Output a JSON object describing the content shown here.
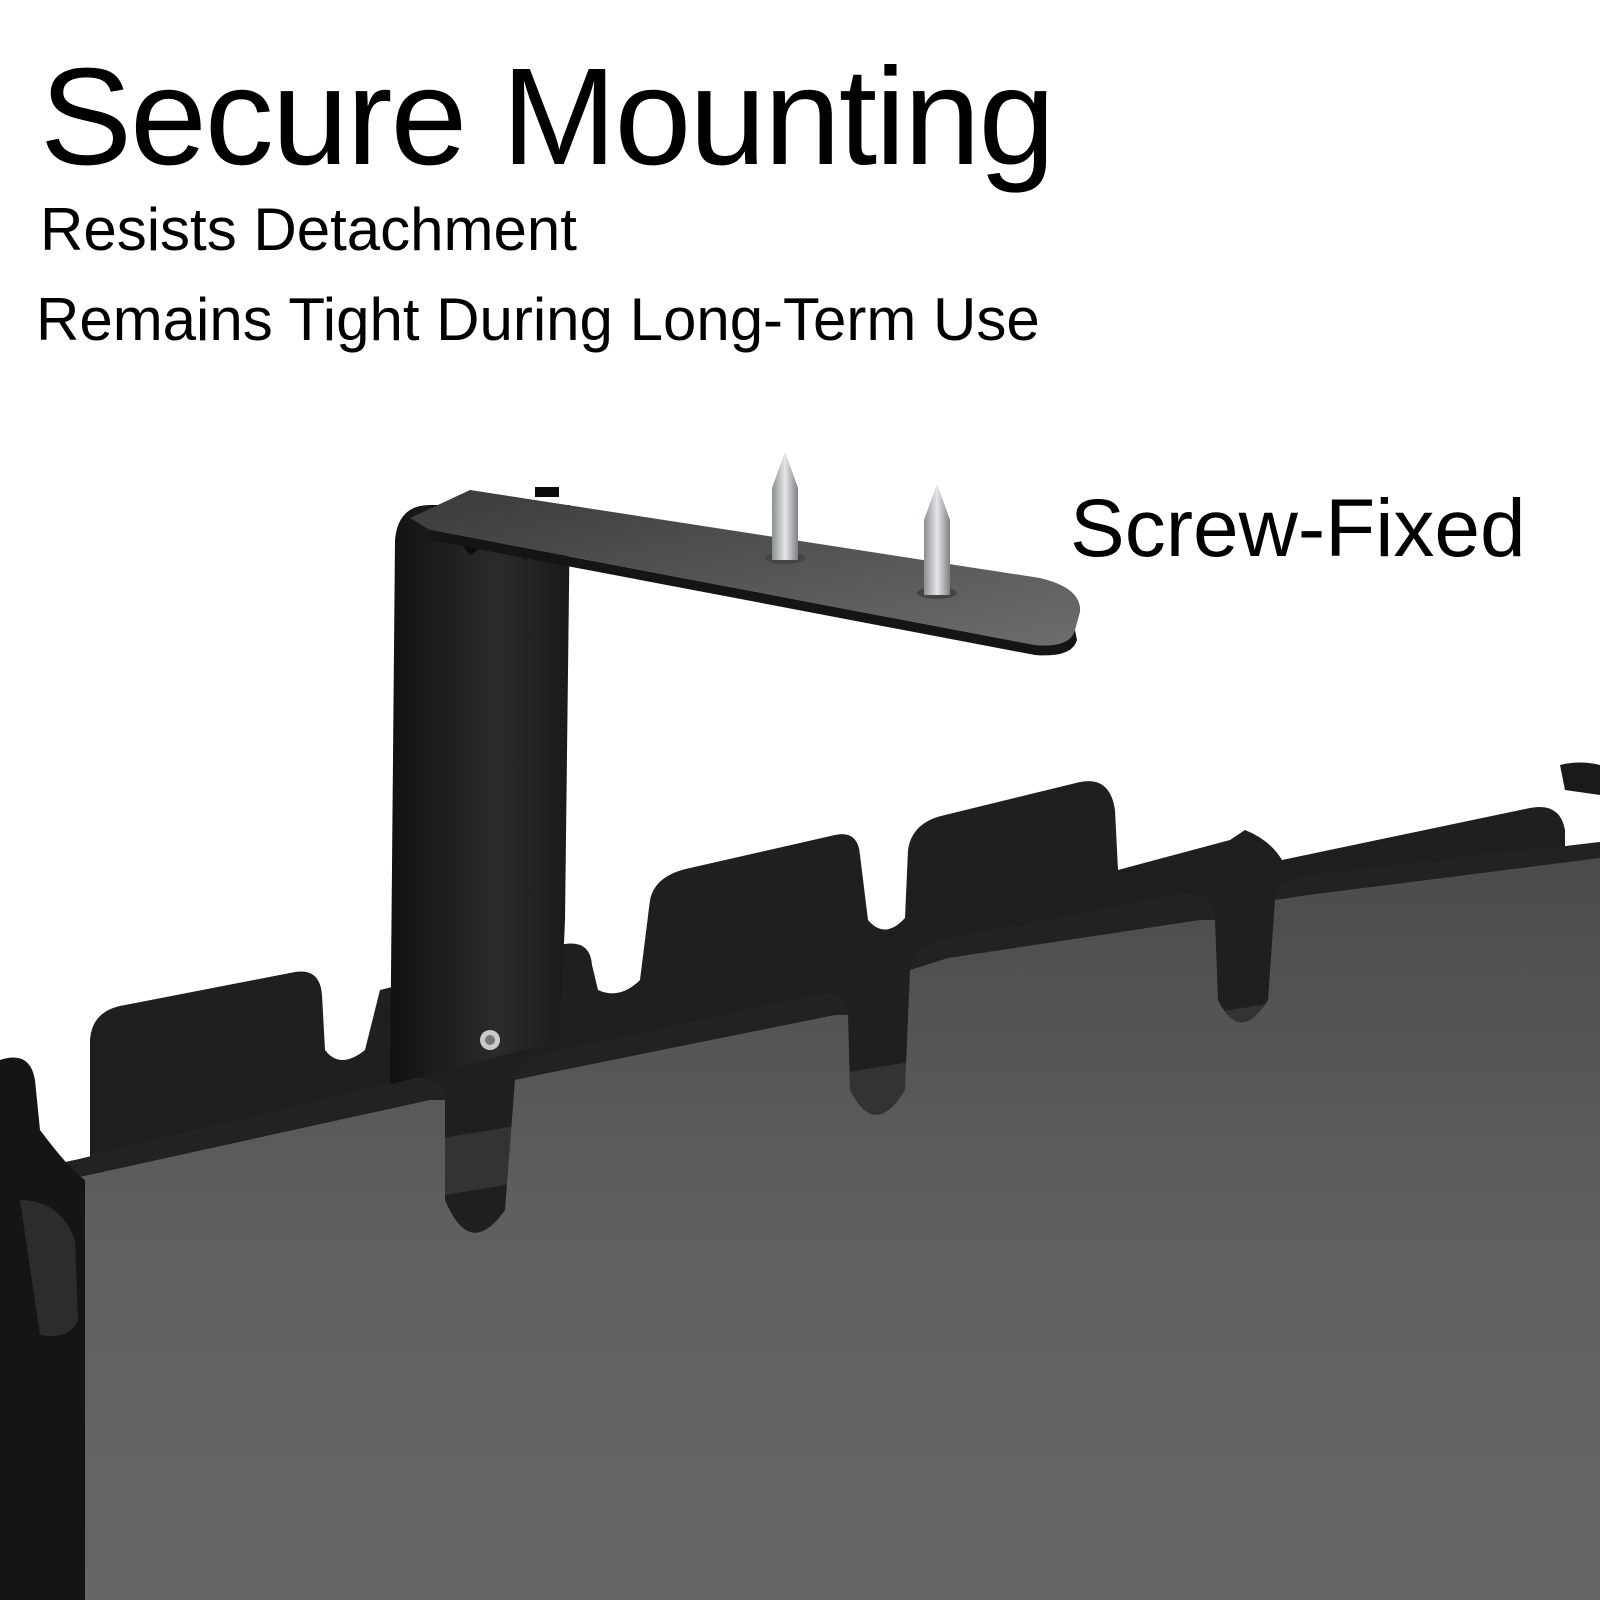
{
  "headline": "Secure Mounting",
  "features": [
    "Resists Detachment",
    "Remains Tight During Long-Term Use"
  ],
  "callout": "Screw-Fixed",
  "colors": {
    "background": "#ffffff",
    "text": "#000000",
    "tray_face": "#5e5e5e",
    "tray_dark": "#2a2a2a",
    "bracket": "#1b1b1b",
    "screw": "#b9bdc0"
  }
}
